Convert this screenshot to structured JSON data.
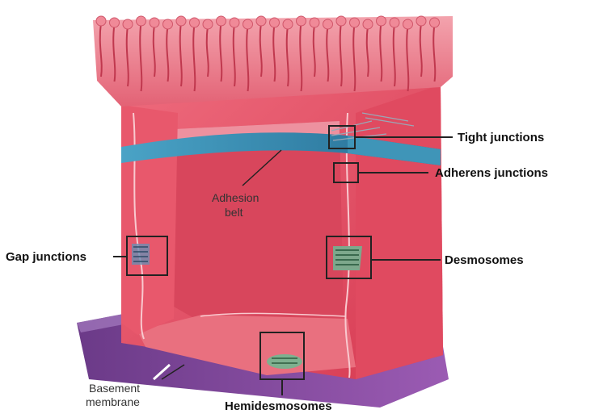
{
  "labels": {
    "tight_junctions": "Tight junctions",
    "adherens_junctions": "Adherens junctions",
    "adhesion_belt_line1": "Adhesion",
    "adhesion_belt_line2": "belt",
    "gap_junctions": "Gap junctions",
    "desmosomes": "Desmosomes",
    "basement_membrane_line1": "Basement",
    "basement_membrane_line2": "membrane",
    "hemidesmosomes": "Hemidesmosomes"
  },
  "colors": {
    "cell_pink": "#e8475e",
    "cell_light": "#f5a0aa",
    "cell_dark": "#b82c44",
    "microvilli": "#f08a98",
    "belt_blue": "#2f7fa8",
    "basement_purple": "#8a4aa0",
    "junction_box": "#222222"
  }
}
